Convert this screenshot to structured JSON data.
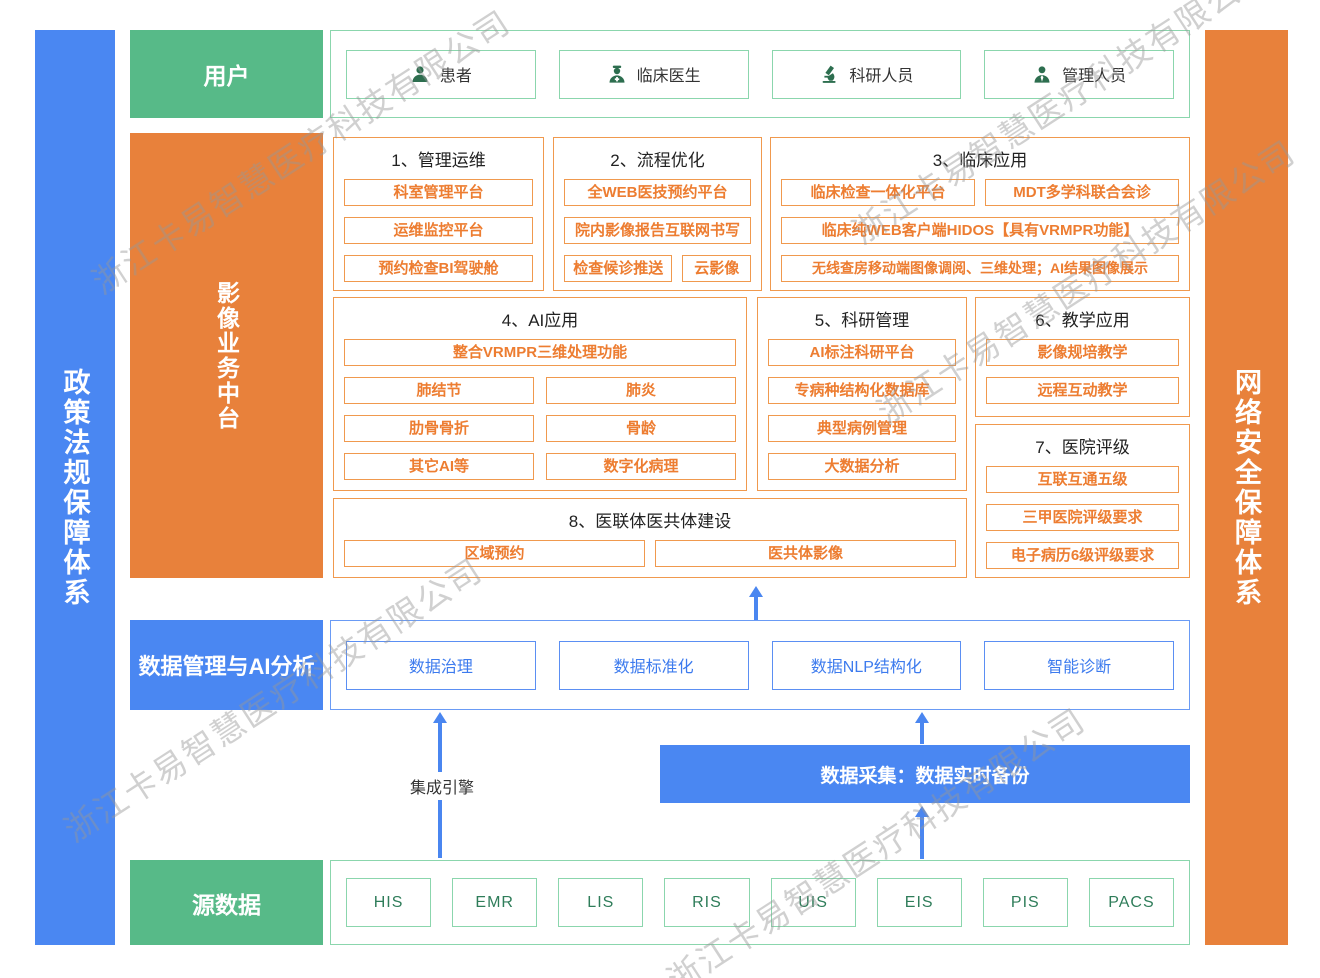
{
  "watermark": {
    "text": "浙江卡易智慧医疗科技有限公司"
  },
  "left_bar": {
    "label": "政策法规保障体系"
  },
  "right_bar": {
    "label": "网络安全保障体系"
  },
  "user_row": {
    "label": "用户",
    "items": [
      {
        "icon": "patient-icon",
        "label": "患者"
      },
      {
        "icon": "doctor-icon",
        "label": "临床医生"
      },
      {
        "icon": "microscope-icon",
        "label": "科研人员"
      },
      {
        "icon": "manager-icon",
        "label": "管理人员"
      }
    ]
  },
  "platform": {
    "label": "影像业务中台",
    "sections": {
      "s1": {
        "title": "1、管理运维",
        "items": [
          "科室管理平台",
          "运维监控平台",
          "预约检查BI驾驶舱"
        ]
      },
      "s2": {
        "title": "2、流程优化",
        "items": [
          "全WEB医技预约平台",
          "院内影像报告互联网书写"
        ],
        "row": [
          "检查候诊推送",
          "云影像"
        ]
      },
      "s3": {
        "title": "3、临床应用",
        "row": [
          "临床检查一体化平台",
          "MDT多学科联合会诊"
        ],
        "items": [
          "临床纯WEB客户端HIDOS【具有VRMPR功能】",
          "无线查房移动端图像调阅、三维处理；AI结果图像展示"
        ]
      },
      "s4": {
        "title": "4、AI应用",
        "full": "整合VRMPR三维处理功能",
        "grid": [
          "肺结节",
          "肺炎",
          "肋骨骨折",
          "骨龄",
          "其它AI等",
          "数字化病理"
        ]
      },
      "s5": {
        "title": "5、科研管理",
        "items": [
          "AI标注科研平台",
          "专病种结构化数据库",
          "典型病例管理",
          "大数据分析"
        ]
      },
      "s6": {
        "title": "6、教学应用",
        "items": [
          "影像规培教学",
          "远程互动教学"
        ]
      },
      "s7": {
        "title": "7、医院评级",
        "items": [
          "互联互通五级",
          "三甲医院评级要求",
          "电子病历6级评级要求"
        ]
      },
      "s8": {
        "title": "8、医联体医共体建设",
        "row": [
          "区域预约",
          "医共体影像"
        ]
      }
    }
  },
  "data_mgmt": {
    "label": "数据管理与AI分析",
    "items": [
      "数据治理",
      "数据标准化",
      "数据NLP结构化",
      "智能诊断"
    ]
  },
  "integration": {
    "label": "集成引擎"
  },
  "collection": {
    "label": "数据采集：数据实时备份"
  },
  "source_row": {
    "label": "源数据",
    "items": [
      "HIS",
      "EMR",
      "LIS",
      "RIS",
      "UIS",
      "EIS",
      "PIS",
      "PACS"
    ]
  },
  "colors": {
    "green": "#57ba88",
    "green_border": "#8bd6ad",
    "green_dark": "#2d6e4f",
    "orange": "#e8813b",
    "orange_border": "#f0994e",
    "orange_text": "#ed7d31",
    "blue": "#4a87f2",
    "blue_border": "#5b8ff3",
    "blue_text": "#3d7bee",
    "arrow": "#4a86f0"
  }
}
